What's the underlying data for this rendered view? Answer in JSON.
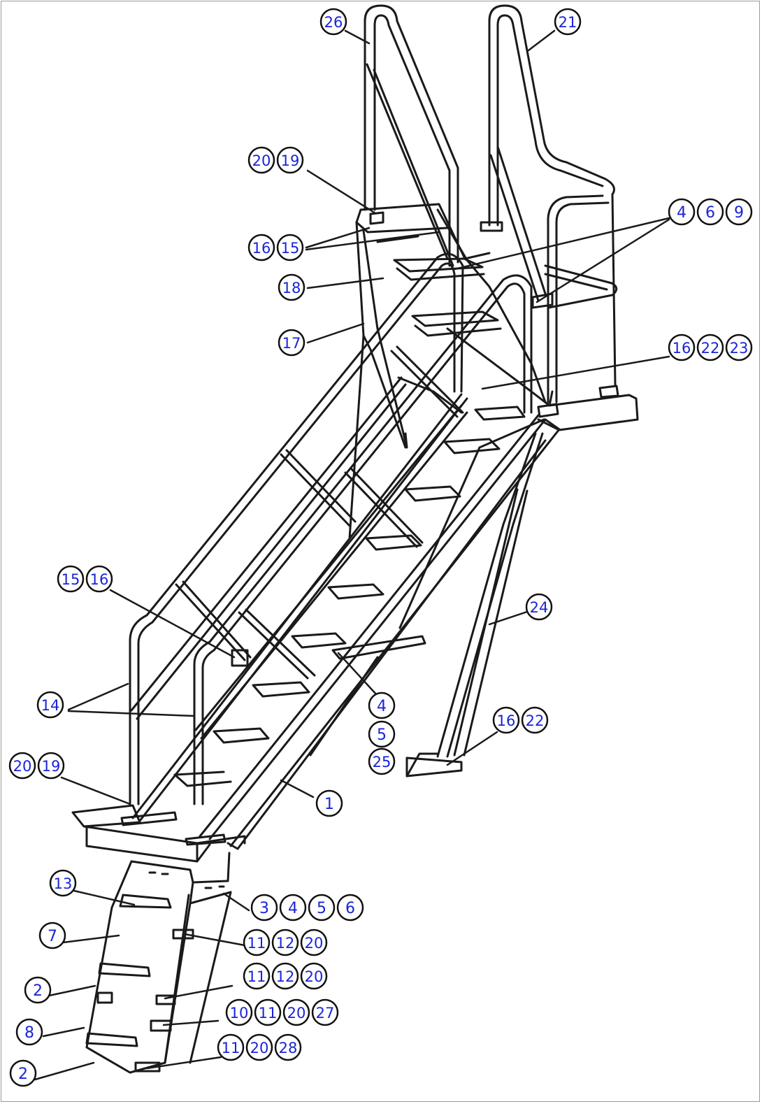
{
  "figure": {
    "type": "exploded parts diagram",
    "subject": "access stairway with handrails, platform and lower ladder",
    "line_color": "#1a1a1a",
    "balloon_text_color": "#1a24d8",
    "balloon_border_color": "#111111",
    "background": "#ffffff"
  },
  "callouts": [
    {
      "group": "handrail-upper-left",
      "numbers": [
        "26"
      ]
    },
    {
      "group": "handrail-upper-right",
      "numbers": [
        "21"
      ]
    },
    {
      "group": "top-rail-mount",
      "numbers": [
        "20",
        "19"
      ]
    },
    {
      "group": "upper-platform-hardware",
      "numbers": [
        "4",
        "6",
        "9"
      ]
    },
    {
      "group": "top-post-fasteners",
      "numbers": [
        "16",
        "15"
      ]
    },
    {
      "group": "upper-stair-section",
      "numbers": [
        "18"
      ]
    },
    {
      "group": "upper-stringer",
      "numbers": [
        "17"
      ]
    },
    {
      "group": "platform-fasteners",
      "numbers": [
        "16",
        "22",
        "23"
      ]
    },
    {
      "group": "rail-brace-fasteners",
      "numbers": [
        "15",
        "16"
      ]
    },
    {
      "group": "support-leg",
      "numbers": [
        "24"
      ]
    },
    {
      "group": "handrails-lower",
      "numbers": [
        "14"
      ]
    },
    {
      "group": "pin-assembly-a",
      "numbers": [
        "4"
      ]
    },
    {
      "group": "pin-assembly-b",
      "numbers": [
        "5"
      ]
    },
    {
      "group": "pin-assembly-c",
      "numbers": [
        "25"
      ]
    },
    {
      "group": "leg-foot-fasteners",
      "numbers": [
        "16",
        "22"
      ]
    },
    {
      "group": "bottom-rail-mount",
      "numbers": [
        "20",
        "19"
      ]
    },
    {
      "group": "stair-stringer",
      "numbers": [
        "1"
      ]
    },
    {
      "group": "ladder-top-step",
      "numbers": [
        "13"
      ]
    },
    {
      "group": "ladder-mount-hardware",
      "numbers": [
        "3",
        "4",
        "5",
        "6"
      ]
    },
    {
      "group": "ladder-side-plate",
      "numbers": [
        "7"
      ]
    },
    {
      "group": "ladder-fasteners-1",
      "numbers": [
        "11",
        "12",
        "20"
      ]
    },
    {
      "group": "ladder-fasteners-2",
      "numbers": [
        "11",
        "12",
        "20"
      ]
    },
    {
      "group": "ladder-step-upper",
      "numbers": [
        "2"
      ]
    },
    {
      "group": "ladder-fasteners-3",
      "numbers": [
        "10",
        "11",
        "20",
        "27"
      ]
    },
    {
      "group": "ladder-frame",
      "numbers": [
        "8"
      ]
    },
    {
      "group": "ladder-fasteners-4",
      "numbers": [
        "11",
        "20",
        "28"
      ]
    },
    {
      "group": "ladder-step-lower",
      "numbers": [
        "2"
      ]
    }
  ]
}
